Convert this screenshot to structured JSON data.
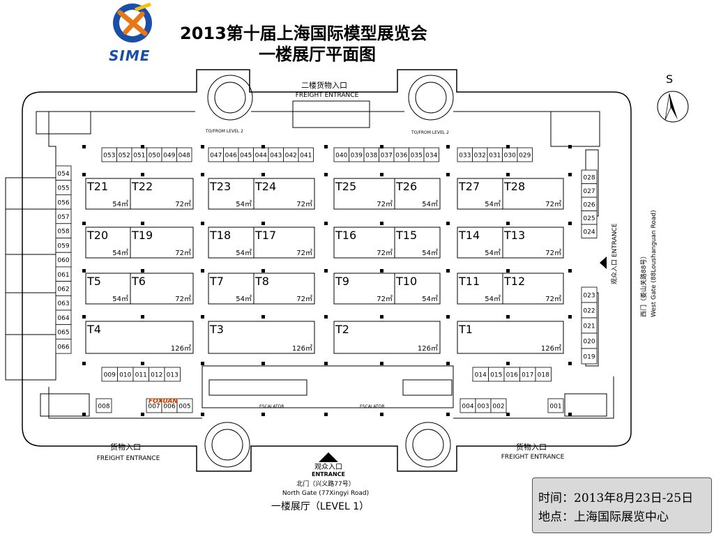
{
  "title": {
    "line1": "2013第十届上海国际模型展览会",
    "line2": "一楼展厅平面图",
    "logo_text": "SIME"
  },
  "compass": {
    "label": "S"
  },
  "labels": {
    "freight_upper_cn": "二楼货物入口",
    "freight_upper_en": "FREIGHT ENTRANCE",
    "to_from_level2_left": "TO/FROM LEVEL 2",
    "to_from_level2_right": "TO/FROM LEVEL 2",
    "freight_left_cn": "货物入口",
    "freight_left_en": "FREIGHT ENTRANCE",
    "freight_right_cn": "货物入口",
    "freight_right_en": "FREIGHT ENTRANCE",
    "escalator_left": "ESCALATOR",
    "escalator_right": "ESCALATOR",
    "north_entrance_cn": "观众入口",
    "north_entrance_en": "ENTRANCE",
    "north_gate_cn": "北门（兴义路77号）",
    "north_gate_en": "North Gate (77Xingyi Road)",
    "level_caption": "一楼展厅（LEVEL 1）",
    "west_entrance_cn": "观众入口",
    "west_entrance_en": "ENTRANCE",
    "west_gate_cn": "西门（娄山关路88号）",
    "west_gate_en": "West Gate (88Loushanguan Road)",
    "booth_logo": "FOXUAN"
  },
  "booths": {
    "top_row": [
      "053",
      "052",
      "051",
      "050",
      "049",
      "048",
      "047",
      "046",
      "045",
      "044",
      "043",
      "042",
      "041",
      "040",
      "039",
      "038",
      "037",
      "036",
      "035",
      "034",
      "033",
      "032",
      "031",
      "030",
      "029"
    ],
    "left_col": [
      "054",
      "055",
      "056",
      "057",
      "058",
      "059",
      "060",
      "061",
      "062",
      "063",
      "064",
      "065",
      "066"
    ],
    "right_col_top": [
      "028",
      "027",
      "026",
      "025",
      "024"
    ],
    "right_col_bottom": [
      "023",
      "022",
      "021",
      "020",
      "019"
    ],
    "bottom_left": [
      "009",
      "010",
      "011",
      "012",
      "013"
    ],
    "bottom_right": [
      "014",
      "015",
      "016",
      "017",
      "018"
    ],
    "bottom_small_left": [
      "007",
      "006",
      "005"
    ],
    "bottom_small_right": [
      "004",
      "003",
      "002"
    ],
    "single_left": "008",
    "single_right": "001"
  },
  "halls": [
    {
      "id": "T21",
      "area": "54㎡"
    },
    {
      "id": "T22",
      "area": "72㎡"
    },
    {
      "id": "T23",
      "area": "54㎡"
    },
    {
      "id": "T24",
      "area": "72㎡"
    },
    {
      "id": "T25",
      "area": "72㎡"
    },
    {
      "id": "T26",
      "area": "54㎡"
    },
    {
      "id": "T27",
      "area": "54㎡"
    },
    {
      "id": "T28",
      "area": "72㎡"
    },
    {
      "id": "T20",
      "area": "54㎡"
    },
    {
      "id": "T19",
      "area": "72㎡"
    },
    {
      "id": "T18",
      "area": "54㎡"
    },
    {
      "id": "T17",
      "area": "72㎡"
    },
    {
      "id": "T16",
      "area": "72㎡"
    },
    {
      "id": "T15",
      "area": "54㎡"
    },
    {
      "id": "T14",
      "area": "54㎡"
    },
    {
      "id": "T13",
      "area": "72㎡"
    },
    {
      "id": "T5",
      "area": "54㎡"
    },
    {
      "id": "T6",
      "area": "72㎡"
    },
    {
      "id": "T7",
      "area": "54㎡"
    },
    {
      "id": "T8",
      "area": "72㎡"
    },
    {
      "id": "T9",
      "area": "72㎡"
    },
    {
      "id": "T10",
      "area": "54㎡"
    },
    {
      "id": "T11",
      "area": "54㎡"
    },
    {
      "id": "T12",
      "area": "72㎡"
    },
    {
      "id": "T4",
      "area": "126㎡"
    },
    {
      "id": "T3",
      "area": "126㎡"
    },
    {
      "id": "T2",
      "area": "126㎡"
    },
    {
      "id": "T1",
      "area": "126㎡"
    }
  ],
  "event_info": {
    "time": "时间：2013年8月23日-25日",
    "place": "地点：上海国际展览中心"
  }
}
